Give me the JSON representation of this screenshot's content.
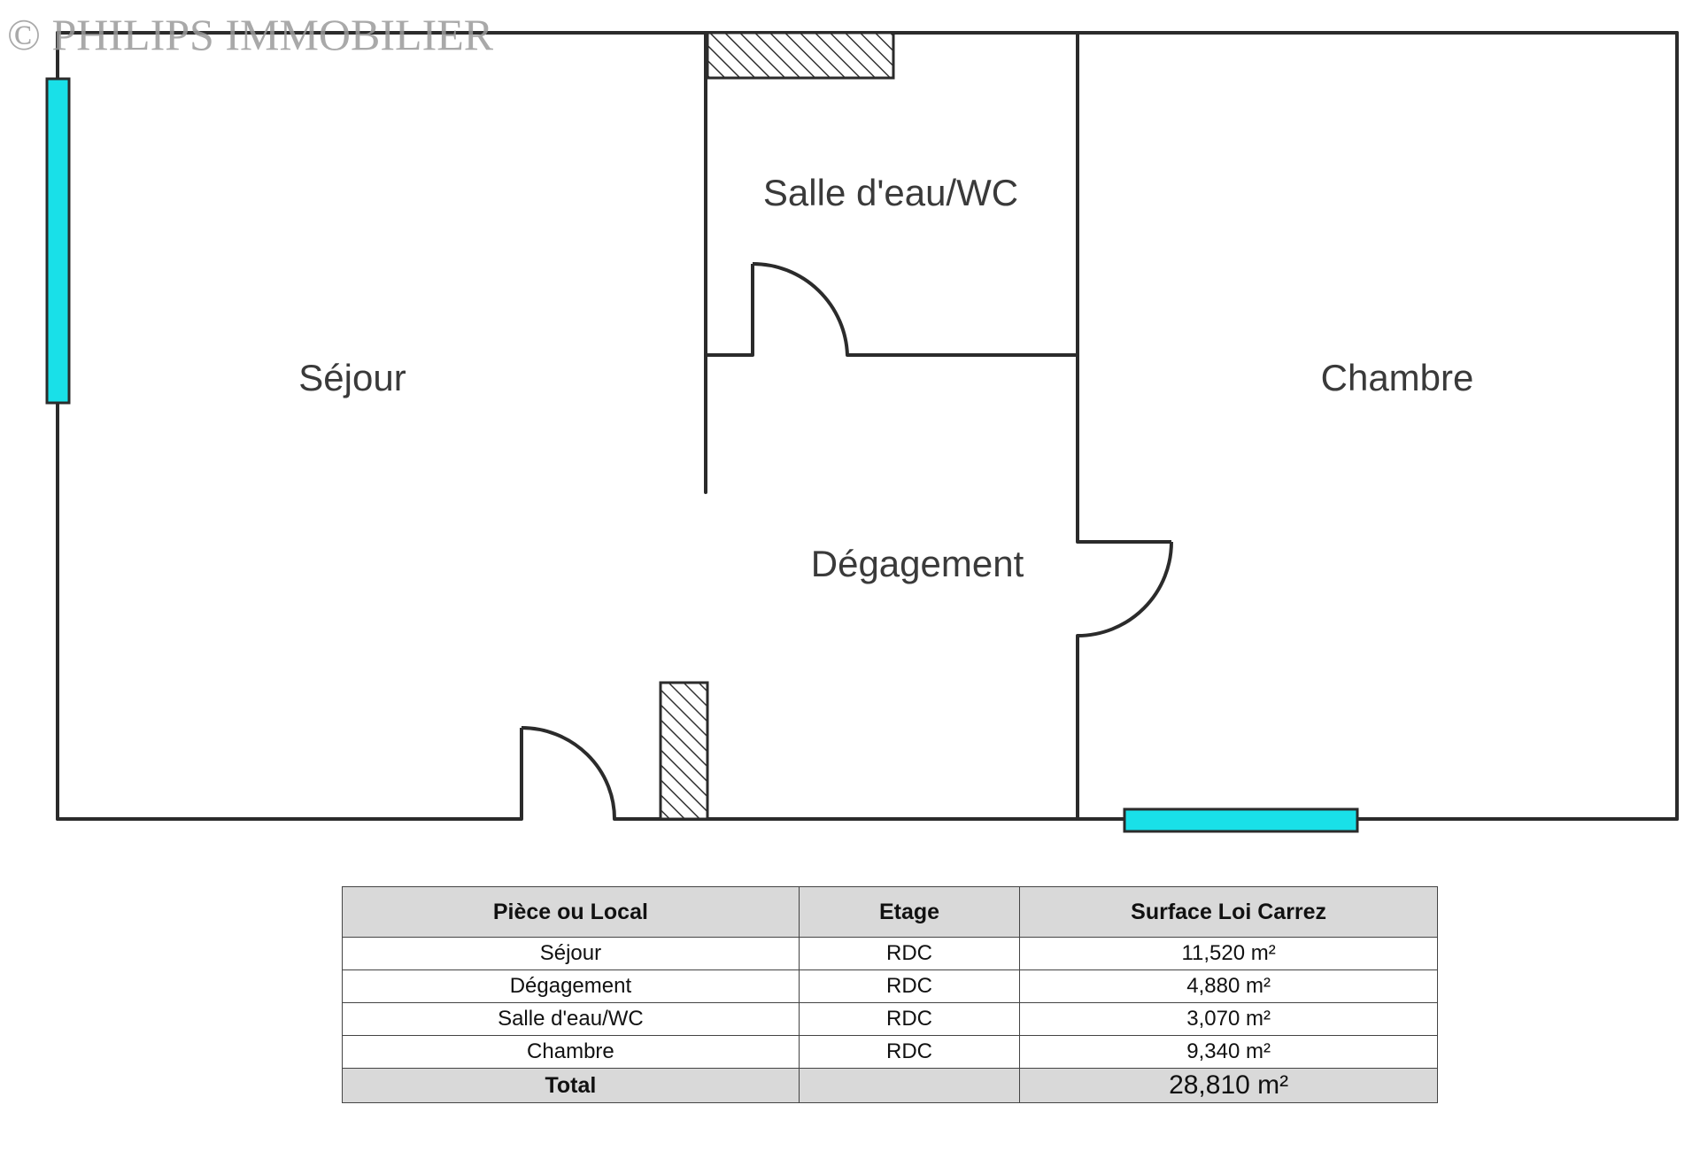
{
  "watermark": "© PHILIPS IMMOBILIER",
  "rooms": {
    "sejour": "Séjour",
    "salle_eau": "Salle d'eau/WC",
    "chambre": "Chambre",
    "degagement": "Dégagement"
  },
  "colors": {
    "window": "#19e0e8",
    "wall": "#2b2b2b",
    "table_header_bg": "#d9d9d9"
  },
  "table": {
    "headers": [
      "Pièce ou Local",
      "Etage",
      "Surface Loi Carrez"
    ],
    "rows": [
      {
        "room": "Séjour",
        "floor": "RDC",
        "surface": "11,520 m²"
      },
      {
        "room": "Dégagement",
        "floor": "RDC",
        "surface": "4,880 m²"
      },
      {
        "room": "Salle d'eau/WC",
        "floor": "RDC",
        "surface": "3,070 m²"
      },
      {
        "room": "Chambre",
        "floor": "RDC",
        "surface": "9,340 m²"
      }
    ],
    "total": {
      "label": "Total",
      "floor": "",
      "surface": "28,810 m²"
    }
  }
}
